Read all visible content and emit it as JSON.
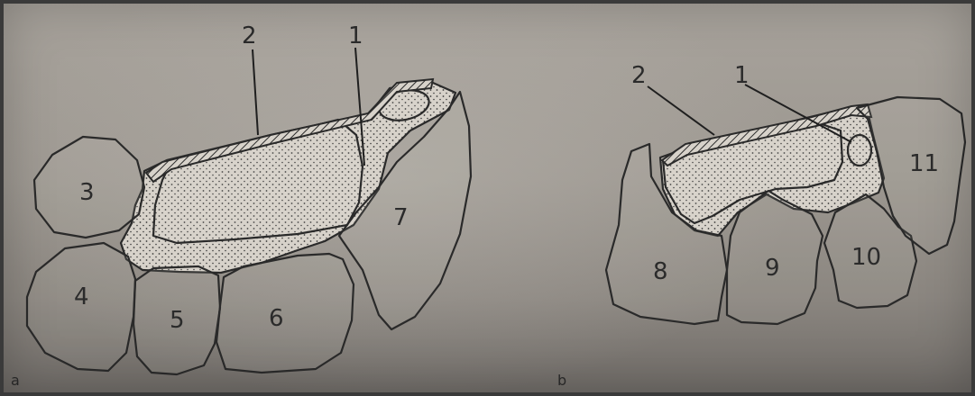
{
  "figure_a": {
    "panel_label": "a",
    "callouts": [
      "1",
      "2"
    ],
    "bones": [
      "3",
      "4",
      "5",
      "6",
      "7"
    ]
  },
  "figure_b": {
    "panel_label": "b",
    "callouts": [
      "1",
      "2"
    ],
    "bones": [
      "8",
      "9",
      "10",
      "11"
    ]
  }
}
